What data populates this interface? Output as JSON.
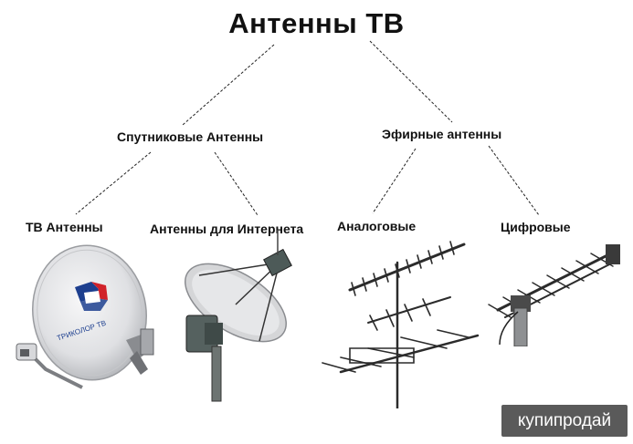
{
  "title": "Антенны ТВ",
  "categories": {
    "satellite": {
      "label": "Спутниковые Антенны",
      "children": [
        "ТВ Антенны",
        "Антенны для Интернета"
      ]
    },
    "terrestrial": {
      "label": "Эфирные антенны",
      "children": [
        "Аналоговые",
        "Цифровые"
      ]
    }
  },
  "dish_brand": "ТРИКОЛОР ТВ",
  "watermark": "купипродай",
  "colors": {
    "tricolor_blue": "#1d3f8f",
    "tricolor_red": "#d1222a",
    "dish": "#e9eaec",
    "dark": "#333333"
  }
}
